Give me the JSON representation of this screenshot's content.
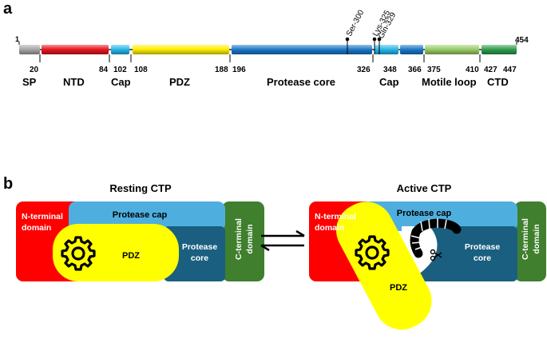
{
  "panel_a": {
    "label": "a",
    "start_pos": "1",
    "end_pos": "454",
    "boundaries": [
      "20",
      "84",
      "102",
      "108",
      "188",
      "196",
      "326",
      "348",
      "366",
      "375",
      "410",
      "427",
      "447"
    ],
    "sites": [
      "Ser-300",
      "Lys-325",
      "Gln-329"
    ],
    "domains": [
      "SP",
      "NTD",
      "Cap",
      "PDZ",
      "Protease core",
      "Cap",
      "Motile loop",
      "CTD"
    ],
    "colors": {
      "sp": "#a6a6a6",
      "ntd": "#e8141c",
      "cap": "#26b6ea",
      "pdz": "#ffee00",
      "protease_core": "#1b77c8",
      "motile_loop": "#99cc66",
      "ctd": "#2e9d4c"
    }
  },
  "panel_b": {
    "label": "b",
    "resting": {
      "title": "Resting CTP",
      "ntd_line1": "N-terminal",
      "ntd_line2": "domain",
      "cap": "Protease cap",
      "pdz": "PDZ",
      "core_line1": "Protease",
      "core_line2": "core",
      "ctd_line1": "C-terminal",
      "ctd_line2": "domain"
    },
    "active": {
      "title": "Active CTP",
      "ntd_line1": "N-terminal",
      "ntd_line2": "domain",
      "cap": "Protease cap",
      "pdz": "PDZ",
      "core_line1": "Protease",
      "core_line2": "core",
      "ctd_line1": "C-terminal",
      "ctd_line2": "domain"
    },
    "icons": [
      "gear-icon",
      "equilibrium-arrows-icon",
      "substrate-chain-icon",
      "scissors-icon"
    ],
    "colors": {
      "ntd": "#ff0000",
      "cap": "#4eafdf",
      "pdz": "#ffff00",
      "core": "#1a5f80",
      "ctd": "#3f7f2e"
    }
  }
}
